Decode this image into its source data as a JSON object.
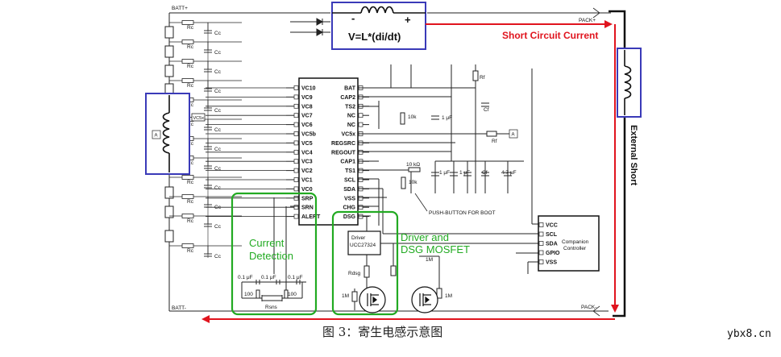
{
  "nets": {
    "batt_pos": "BATT+",
    "batt_neg": "BATT-",
    "pack_pos": "PACK+",
    "pack_neg": "PACK-"
  },
  "equation": "V=L*(di/dt)",
  "inductor_polarity": {
    "minus": "-",
    "plus": "+"
  },
  "short_circuit_label": "Short Circuit Current",
  "external_short_label": "External Short",
  "ic_left_pins": [
    "VC10",
    "VC9",
    "VC8",
    "VC7",
    "VC6",
    "VC5b",
    "VC5",
    "VC4",
    "VC3",
    "VC2",
    "VC1",
    "VC0",
    "SRP",
    "SRN",
    "ALERT"
  ],
  "ic_right_pins": [
    "BAT",
    "CAP2",
    "TS2",
    "NC",
    "NC",
    "VC5x",
    "REGSRC",
    "REGOUT",
    "CAP1",
    "TS1",
    "SCL",
    "SDA",
    "VSS",
    "CHG",
    "DSG"
  ],
  "companion": {
    "pins": [
      "VCC",
      "SCL",
      "SDA",
      "GPIO",
      "VSS"
    ],
    "title_line1": "Companion",
    "title_line2": "Controller"
  },
  "driver": {
    "line1": "Driver",
    "line2": "UCC27324"
  },
  "labels": {
    "rc": "Rc",
    "cc": "Cc",
    "rf": "Rf",
    "cf": "Cf",
    "vc5x": "VC5x",
    "ref_a": "A",
    "r10k": "10k",
    "r10k_ohm": "10 kΩ",
    "c1u": "1 μF",
    "c47u": "4.7 μF",
    "c01u": "0.1 μF",
    "r100": "100",
    "rsns": "Rsns",
    "rdsg": "Rdsg",
    "r1m": "1M",
    "push_button": "PUSH-BUTTON FOR BOOT"
  },
  "annotations": {
    "current_detection_1": "Current",
    "current_detection_2": "Detection",
    "driver_dsg_1": "Driver and",
    "driver_dsg_2": "DSG MOSFET"
  },
  "caption": "图 3：寄生电感示意图",
  "watermark": "ybx8.cn",
  "colors": {
    "box_blue": "#3a3ab8",
    "annot_green": "#22aa22",
    "arrow_red": "#e0141e",
    "wire": "#222222"
  }
}
